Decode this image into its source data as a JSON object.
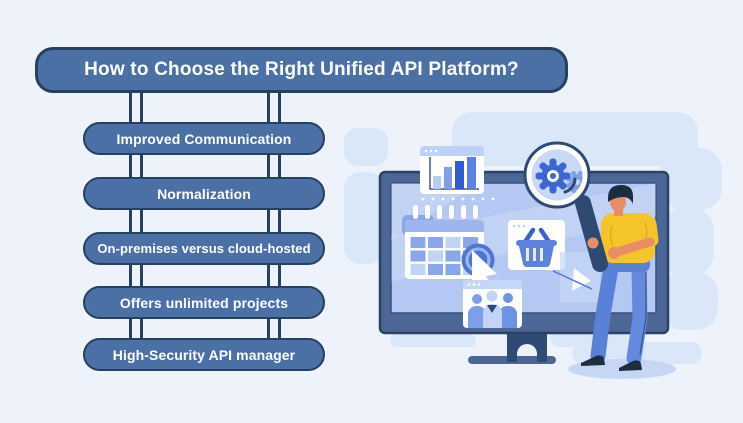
{
  "title": {
    "text": "How to Choose the Right Unified API Platform?"
  },
  "steps": [
    {
      "label": "Improved Communication"
    },
    {
      "label": "Normalization"
    },
    {
      "label": "On-premises versus cloud-hosted"
    },
    {
      "label": "Offers unlimited projects"
    },
    {
      "label": "High-Security API manager"
    }
  ],
  "colors": {
    "background": "#eef3fb",
    "node_fill": "#4b70a5",
    "node_border": "#26405f",
    "node_text": "#ffffff",
    "connector": "#26405f",
    "screen": "#b4c8f3",
    "monitor_frame": "#4c6695",
    "accent_blue": "#3b66d4",
    "shirt_yellow": "#f5c428",
    "jeans_blue": "#5b80d8",
    "skin": "#e78e66",
    "blob": "#dae7f9"
  },
  "illustration": {
    "icons": [
      {
        "name": "monitor-icon"
      },
      {
        "name": "bar-chart-window-icon"
      },
      {
        "name": "calendar-icon"
      },
      {
        "name": "target-cursor-icon"
      },
      {
        "name": "shopping-basket-window-icon"
      },
      {
        "name": "team-window-icon"
      },
      {
        "name": "magnifier-gear-icon"
      },
      {
        "name": "person-holding-magnifier"
      }
    ]
  }
}
